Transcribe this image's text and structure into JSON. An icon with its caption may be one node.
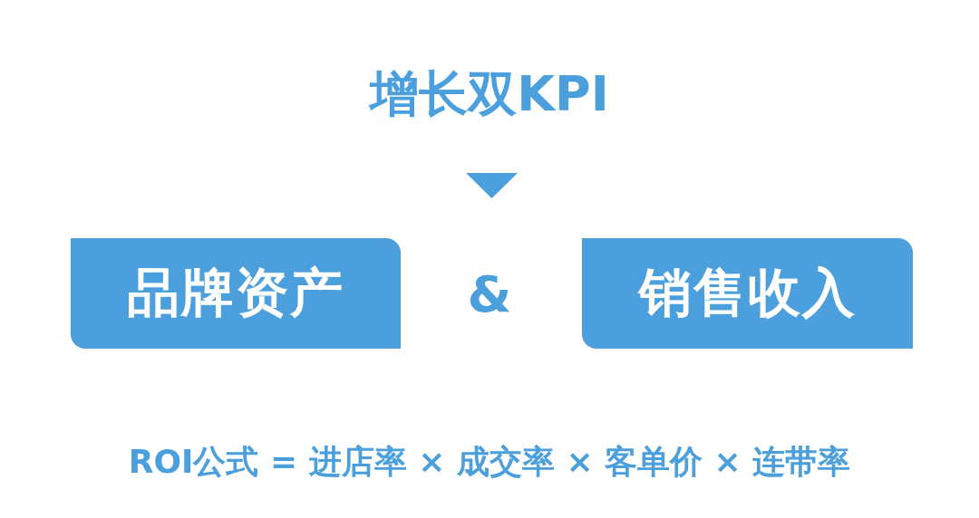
{
  "diagram": {
    "title": "增长双KPI",
    "nodes": [
      {
        "text": [
          "品牌资产"
        ]
      },
      {
        "text": [
          "销售收入"
        ]
      }
    ],
    "edges": [],
    "labels": [
      "&",
      "ROI公式 = 进店率 × 成交率 × 客单价 × 连带率"
    ]
  }
}
